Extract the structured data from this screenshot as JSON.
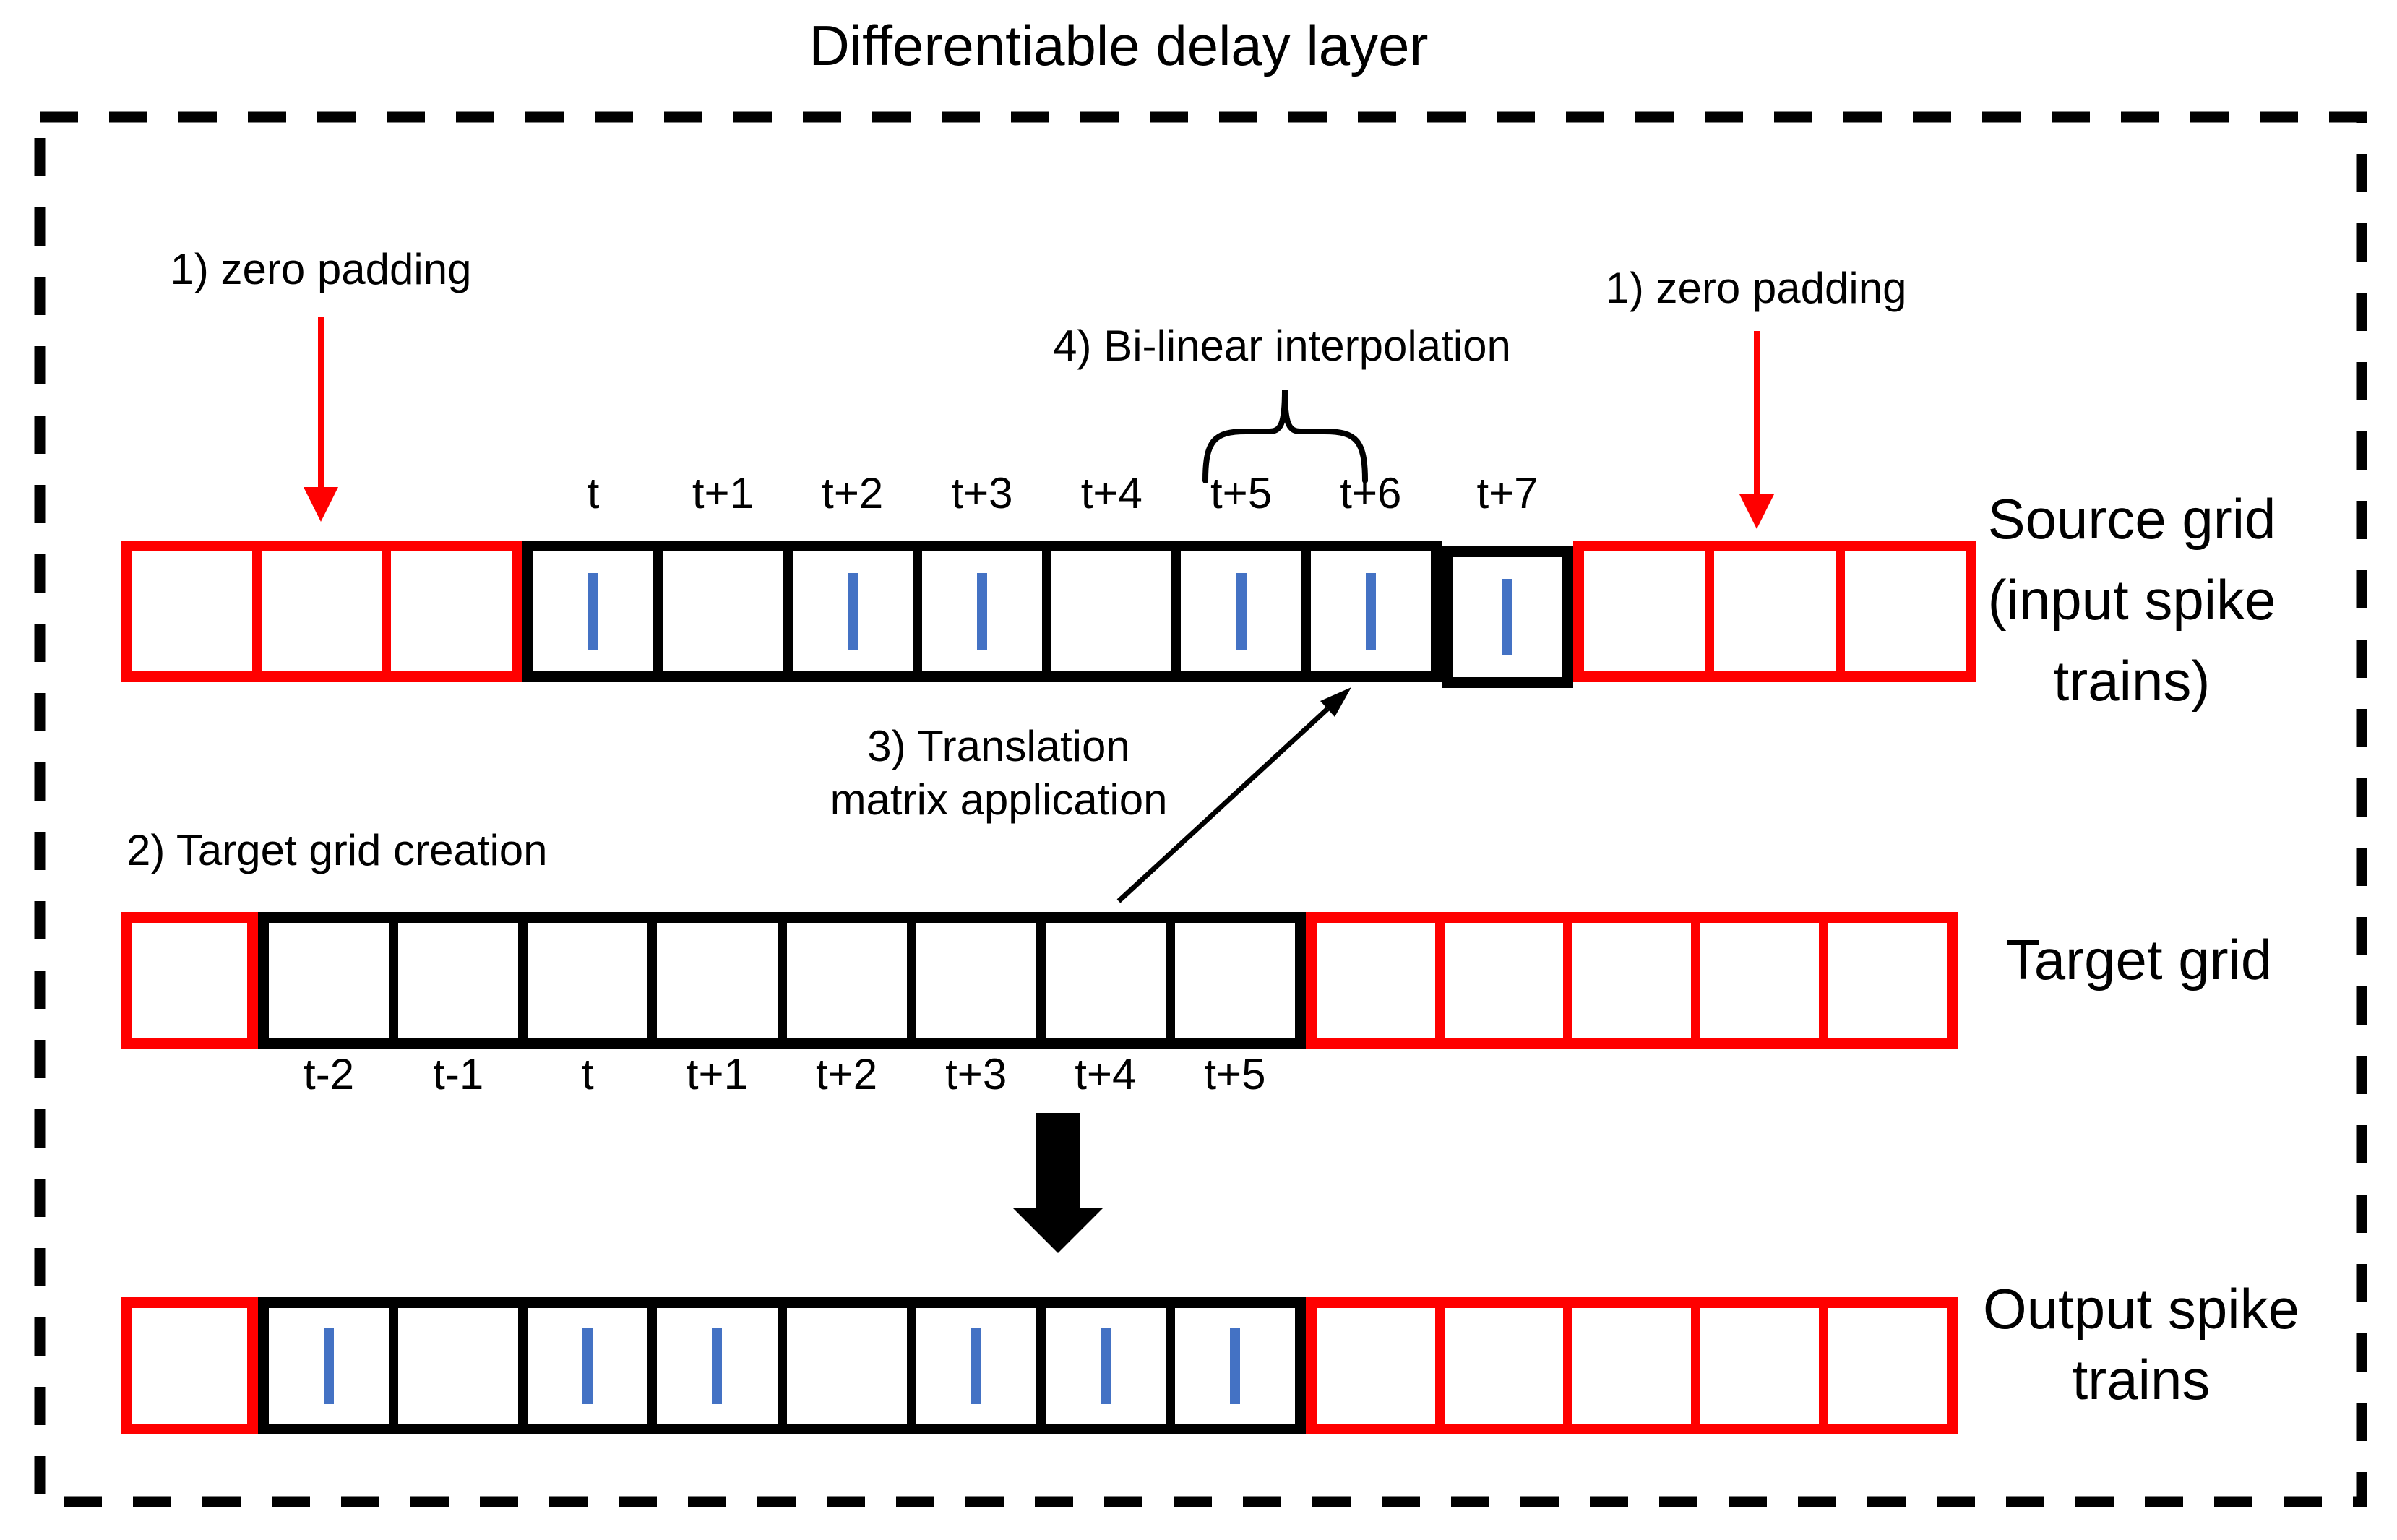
{
  "title": "Differentiable delay layer",
  "annotations": {
    "zero_padding_left": "1) zero padding",
    "zero_padding_right": "1) zero padding",
    "bilinear": "4) Bi-linear interpolation",
    "translation_line1": "3) Translation",
    "translation_line2": "matrix application",
    "target_creation": "2) Target grid creation"
  },
  "colors": {
    "padding_red": "#FF0000",
    "spike_blue": "#4472C4",
    "line_black": "#000000"
  },
  "rows": {
    "source": {
      "side_label_lines": [
        "Source grid",
        "(input spike",
        "trains)"
      ],
      "left_padding_count": 3,
      "right_padding_count": 3,
      "cells": [
        {
          "label": "t",
          "spike": true
        },
        {
          "label": "t+1",
          "spike": false
        },
        {
          "label": "t+2",
          "spike": true
        },
        {
          "label": "t+3",
          "spike": true
        },
        {
          "label": "t+4",
          "spike": false
        },
        {
          "label": "t+5",
          "spike": true
        },
        {
          "label": "t+6",
          "spike": true
        },
        {
          "label": "t+7",
          "spike": true
        }
      ]
    },
    "target": {
      "side_label_lines": [
        "Target grid"
      ],
      "left_padding_count": 1,
      "right_padding_count": 5,
      "cells": [
        {
          "label": "t-2",
          "spike": false
        },
        {
          "label": "t-1",
          "spike": false
        },
        {
          "label": "t",
          "spike": false
        },
        {
          "label": "t+1",
          "spike": false
        },
        {
          "label": "t+2",
          "spike": false
        },
        {
          "label": "t+3",
          "spike": false
        },
        {
          "label": "t+4",
          "spike": false
        },
        {
          "label": "t+5",
          "spike": false
        }
      ]
    },
    "output": {
      "side_label_lines": [
        "Output spike",
        "trains"
      ],
      "left_padding_count": 1,
      "right_padding_count": 5,
      "cells": [
        {
          "label": "",
          "spike": true
        },
        {
          "label": "",
          "spike": false
        },
        {
          "label": "",
          "spike": true
        },
        {
          "label": "",
          "spike": true
        },
        {
          "label": "",
          "spike": false
        },
        {
          "label": "",
          "spike": true
        },
        {
          "label": "",
          "spike": true
        },
        {
          "label": "",
          "spike": true
        }
      ]
    }
  }
}
